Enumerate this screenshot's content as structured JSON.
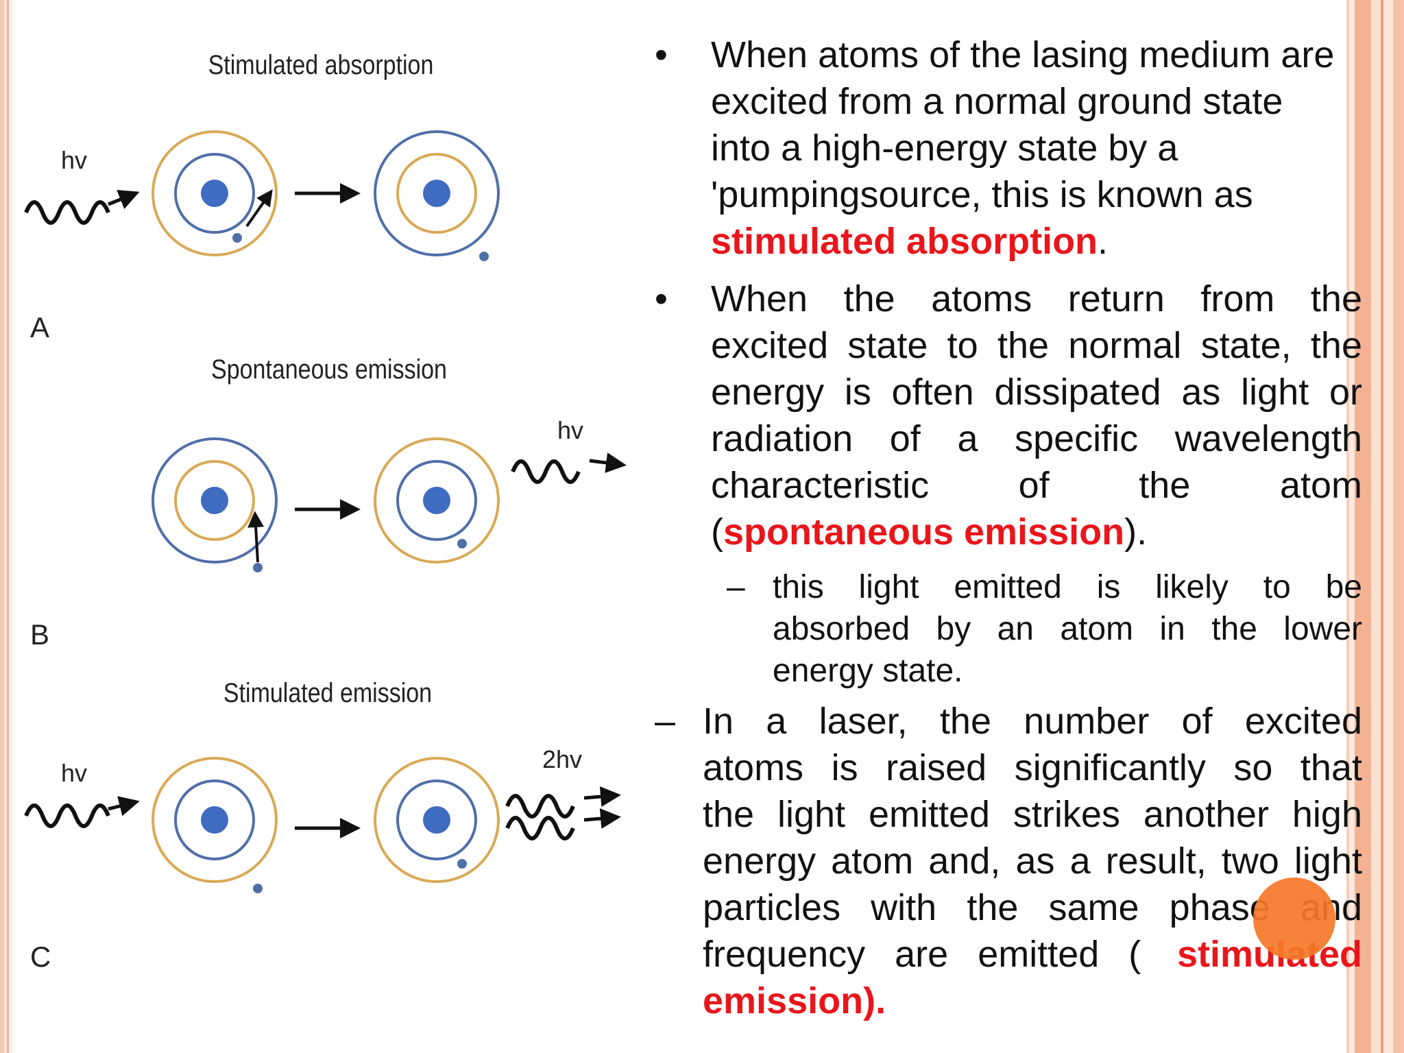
{
  "colors": {
    "red_accent": "#e8161b",
    "orbit_blue": "#4f6fa8",
    "orbit_gold": "#d9a955",
    "nucleus": "#3f6bc1",
    "orange_marker": "#f57828"
  },
  "diagram": {
    "panel_a": {
      "letter": "A",
      "title": "Stimulated absorption",
      "in_photon": "hv"
    },
    "panel_b": {
      "letter": "B",
      "title": "Spontaneous emission",
      "out_photon": "hv"
    },
    "panel_c": {
      "letter": "C",
      "title": "Stimulated emission",
      "in_photon": "hv",
      "out_photon": "2hv"
    }
  },
  "text": {
    "bullet1": {
      "marker": "•",
      "lines": [
        "When atoms of the lasing medium are",
        "excited from a normal ground state",
        "into a high-energy state by a",
        "'pumpingsource, this is known as"
      ],
      "highlight": "stimulated absorption",
      "tail": "."
    },
    "bullet2": {
      "marker": "•",
      "lines": [
        "When the atoms return from the",
        "excited state to the normal state, the",
        "energy is often dissipated as light or",
        "radiation of a specific wavelength",
        "characteristic of the atom"
      ],
      "open": "(",
      "highlight": "spontaneous emission",
      "close": ")."
    },
    "sub1": {
      "marker": "–",
      "lines": [
        "this light emitted is likely to be",
        "absorbed by an atom in the lower",
        "energy state."
      ]
    },
    "dash2": {
      "marker": "–",
      "lines": [
        "In a laser, the number of excited",
        "atoms is raised significantly so that",
        "the light emitted strikes another high",
        "energy atom and, as a result, two light",
        "particles with the same phase and"
      ],
      "last_line_prefix": "frequency are emitted (",
      "highlight_a": "stimulated",
      "highlight_b": "emission)."
    }
  }
}
